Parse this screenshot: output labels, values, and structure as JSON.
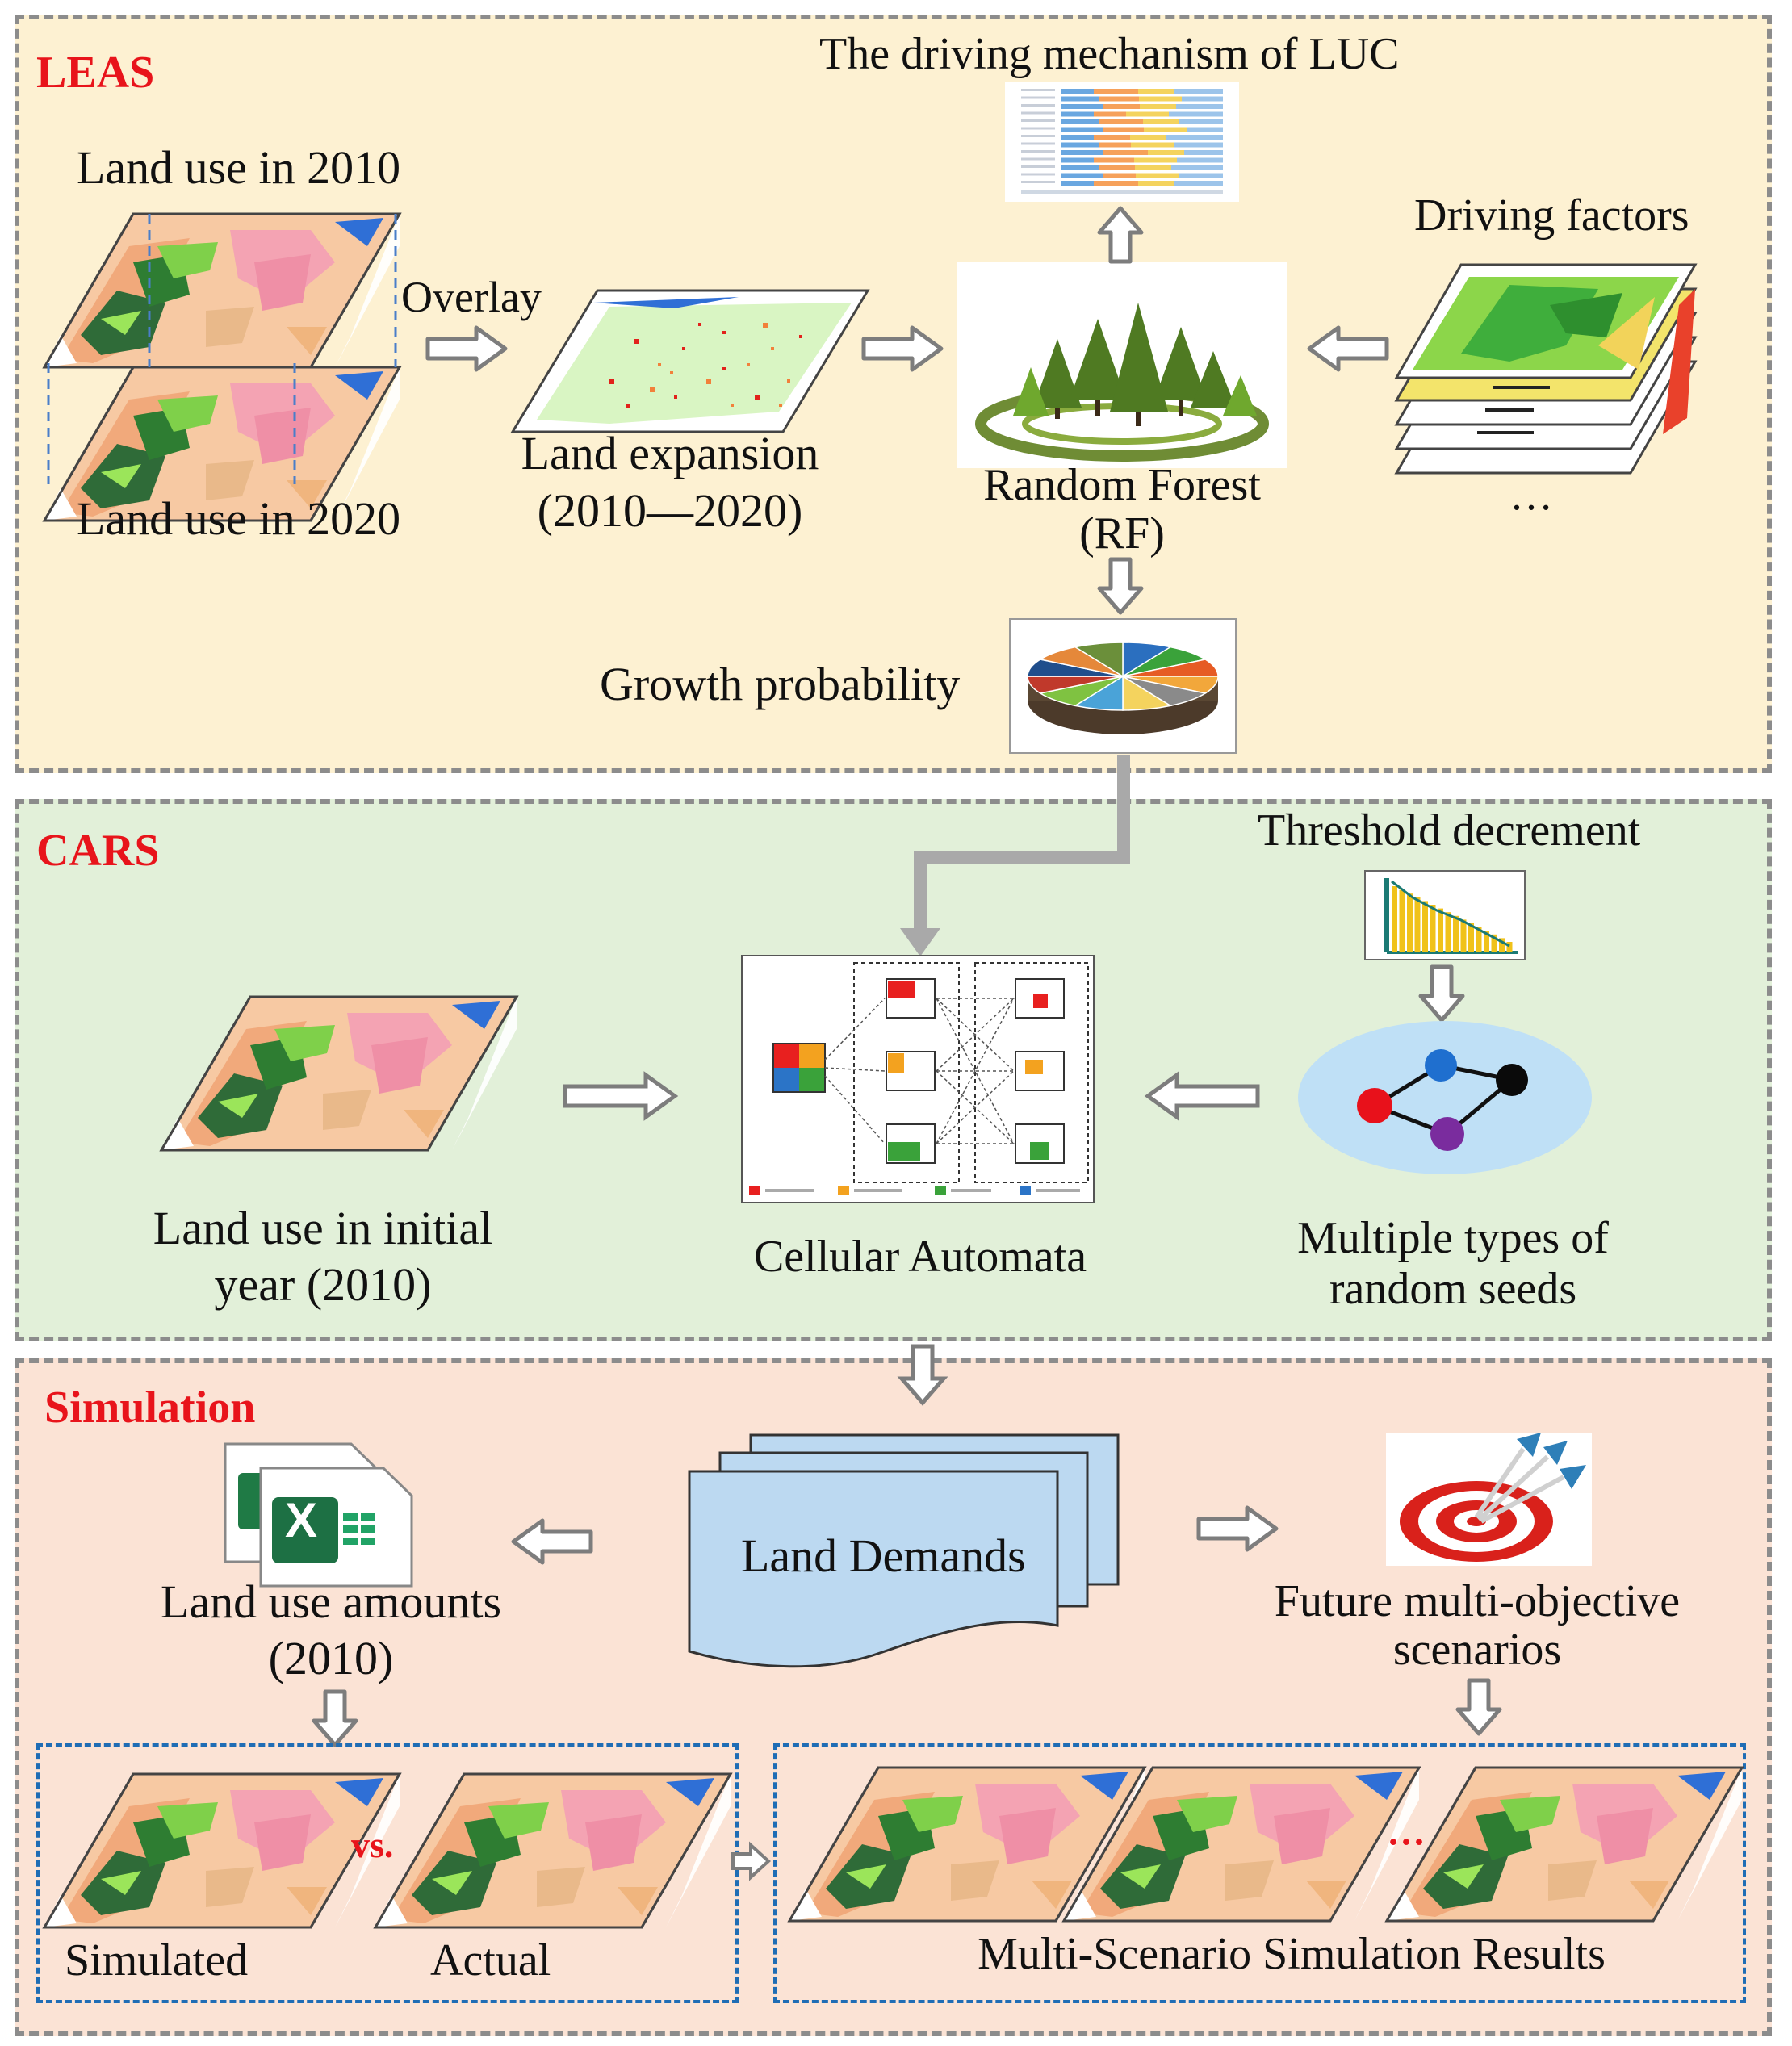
{
  "leas": {
    "title": "LEAS",
    "driving_mechanism": "The driving mechanism of LUC",
    "land_use_2010": "Land use in 2010",
    "land_use_2020": "Land use in 2020",
    "overlay": "Overlay",
    "land_expansion_1": "Land expansion",
    "land_expansion_2": "(2010—2020)",
    "random_forest_1": "Random Forest",
    "random_forest_2": "(RF)",
    "driving_factors": "Driving factors",
    "ellipsis": "…",
    "growth_probability": "Growth probability"
  },
  "cars": {
    "title": "CARS",
    "threshold": "Threshold decrement",
    "initial_1": "Land use in initial",
    "initial_2": "year (2010)",
    "ca": "Cellular Automata",
    "seeds_1": "Multiple types of",
    "seeds_2": "random seeds"
  },
  "sim": {
    "title": "Simulation",
    "land_demands": "Land Demands",
    "amounts_1": "Land use amounts",
    "amounts_2": "(2010)",
    "future_1": "Future multi-objective",
    "future_2": "scenarios",
    "vs": "vs.",
    "simulated": "Simulated",
    "actual": "Actual",
    "dots": "···",
    "results": "Multi-Scenario Simulation Results",
    "excel_letter": "X"
  },
  "colors": {
    "leas_bg": "#fdf1d2",
    "cars_bg": "#e2f0d9",
    "sim_bg": "#fbe3d5",
    "section_title": "#e8141b"
  }
}
